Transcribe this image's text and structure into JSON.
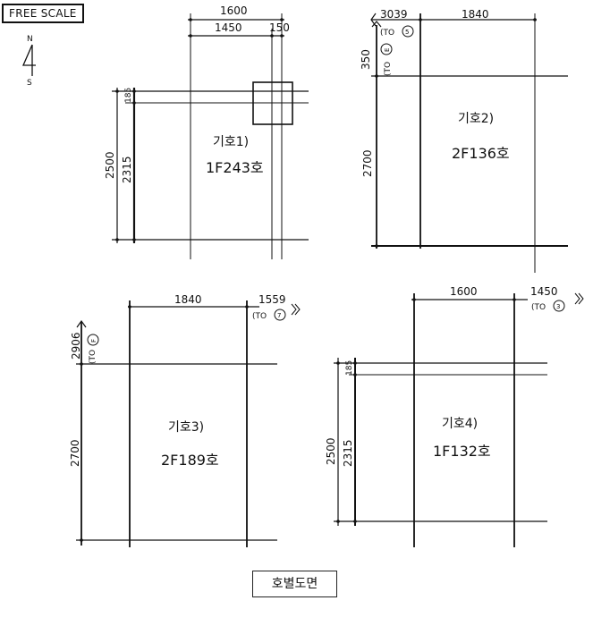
{
  "header": {
    "scale_label": "FREE SCALE"
  },
  "compass": {
    "north": "N",
    "south": "S"
  },
  "caption": "호별도면",
  "plans": [
    {
      "name": "plan-1",
      "label": "기호1)",
      "unit": "1F243호",
      "top_total": "1600",
      "top_left": "1450",
      "top_right": "150",
      "left_outer": "2500",
      "left_inner": "2315",
      "left_top": "185"
    },
    {
      "name": "plan-2",
      "label": "기호2)",
      "unit": "2F136호",
      "top_ref": "3039",
      "top_ref_note": "(TO",
      "top_ref_circle": "5",
      "top_right": "1840",
      "left_top": "350",
      "left_top_note": "(TO",
      "left_top_circle": "E",
      "left_main": "2700"
    },
    {
      "name": "plan-3",
      "label": "기호3)",
      "unit": "2F189호",
      "top_main": "1840",
      "top_ref": "1559",
      "top_ref_note": "(TO",
      "top_ref_circle": "7",
      "left_top": "2906",
      "left_top_note": "(TO",
      "left_top_circle": "F",
      "left_main": "2700"
    },
    {
      "name": "plan-4",
      "label": "기호4)",
      "unit": "1F132호",
      "top_main": "1600",
      "top_ref": "1450",
      "top_ref_note": "(TO",
      "top_ref_circle": "3",
      "left_outer": "2500",
      "left_inner": "2315",
      "left_top": "185"
    }
  ]
}
